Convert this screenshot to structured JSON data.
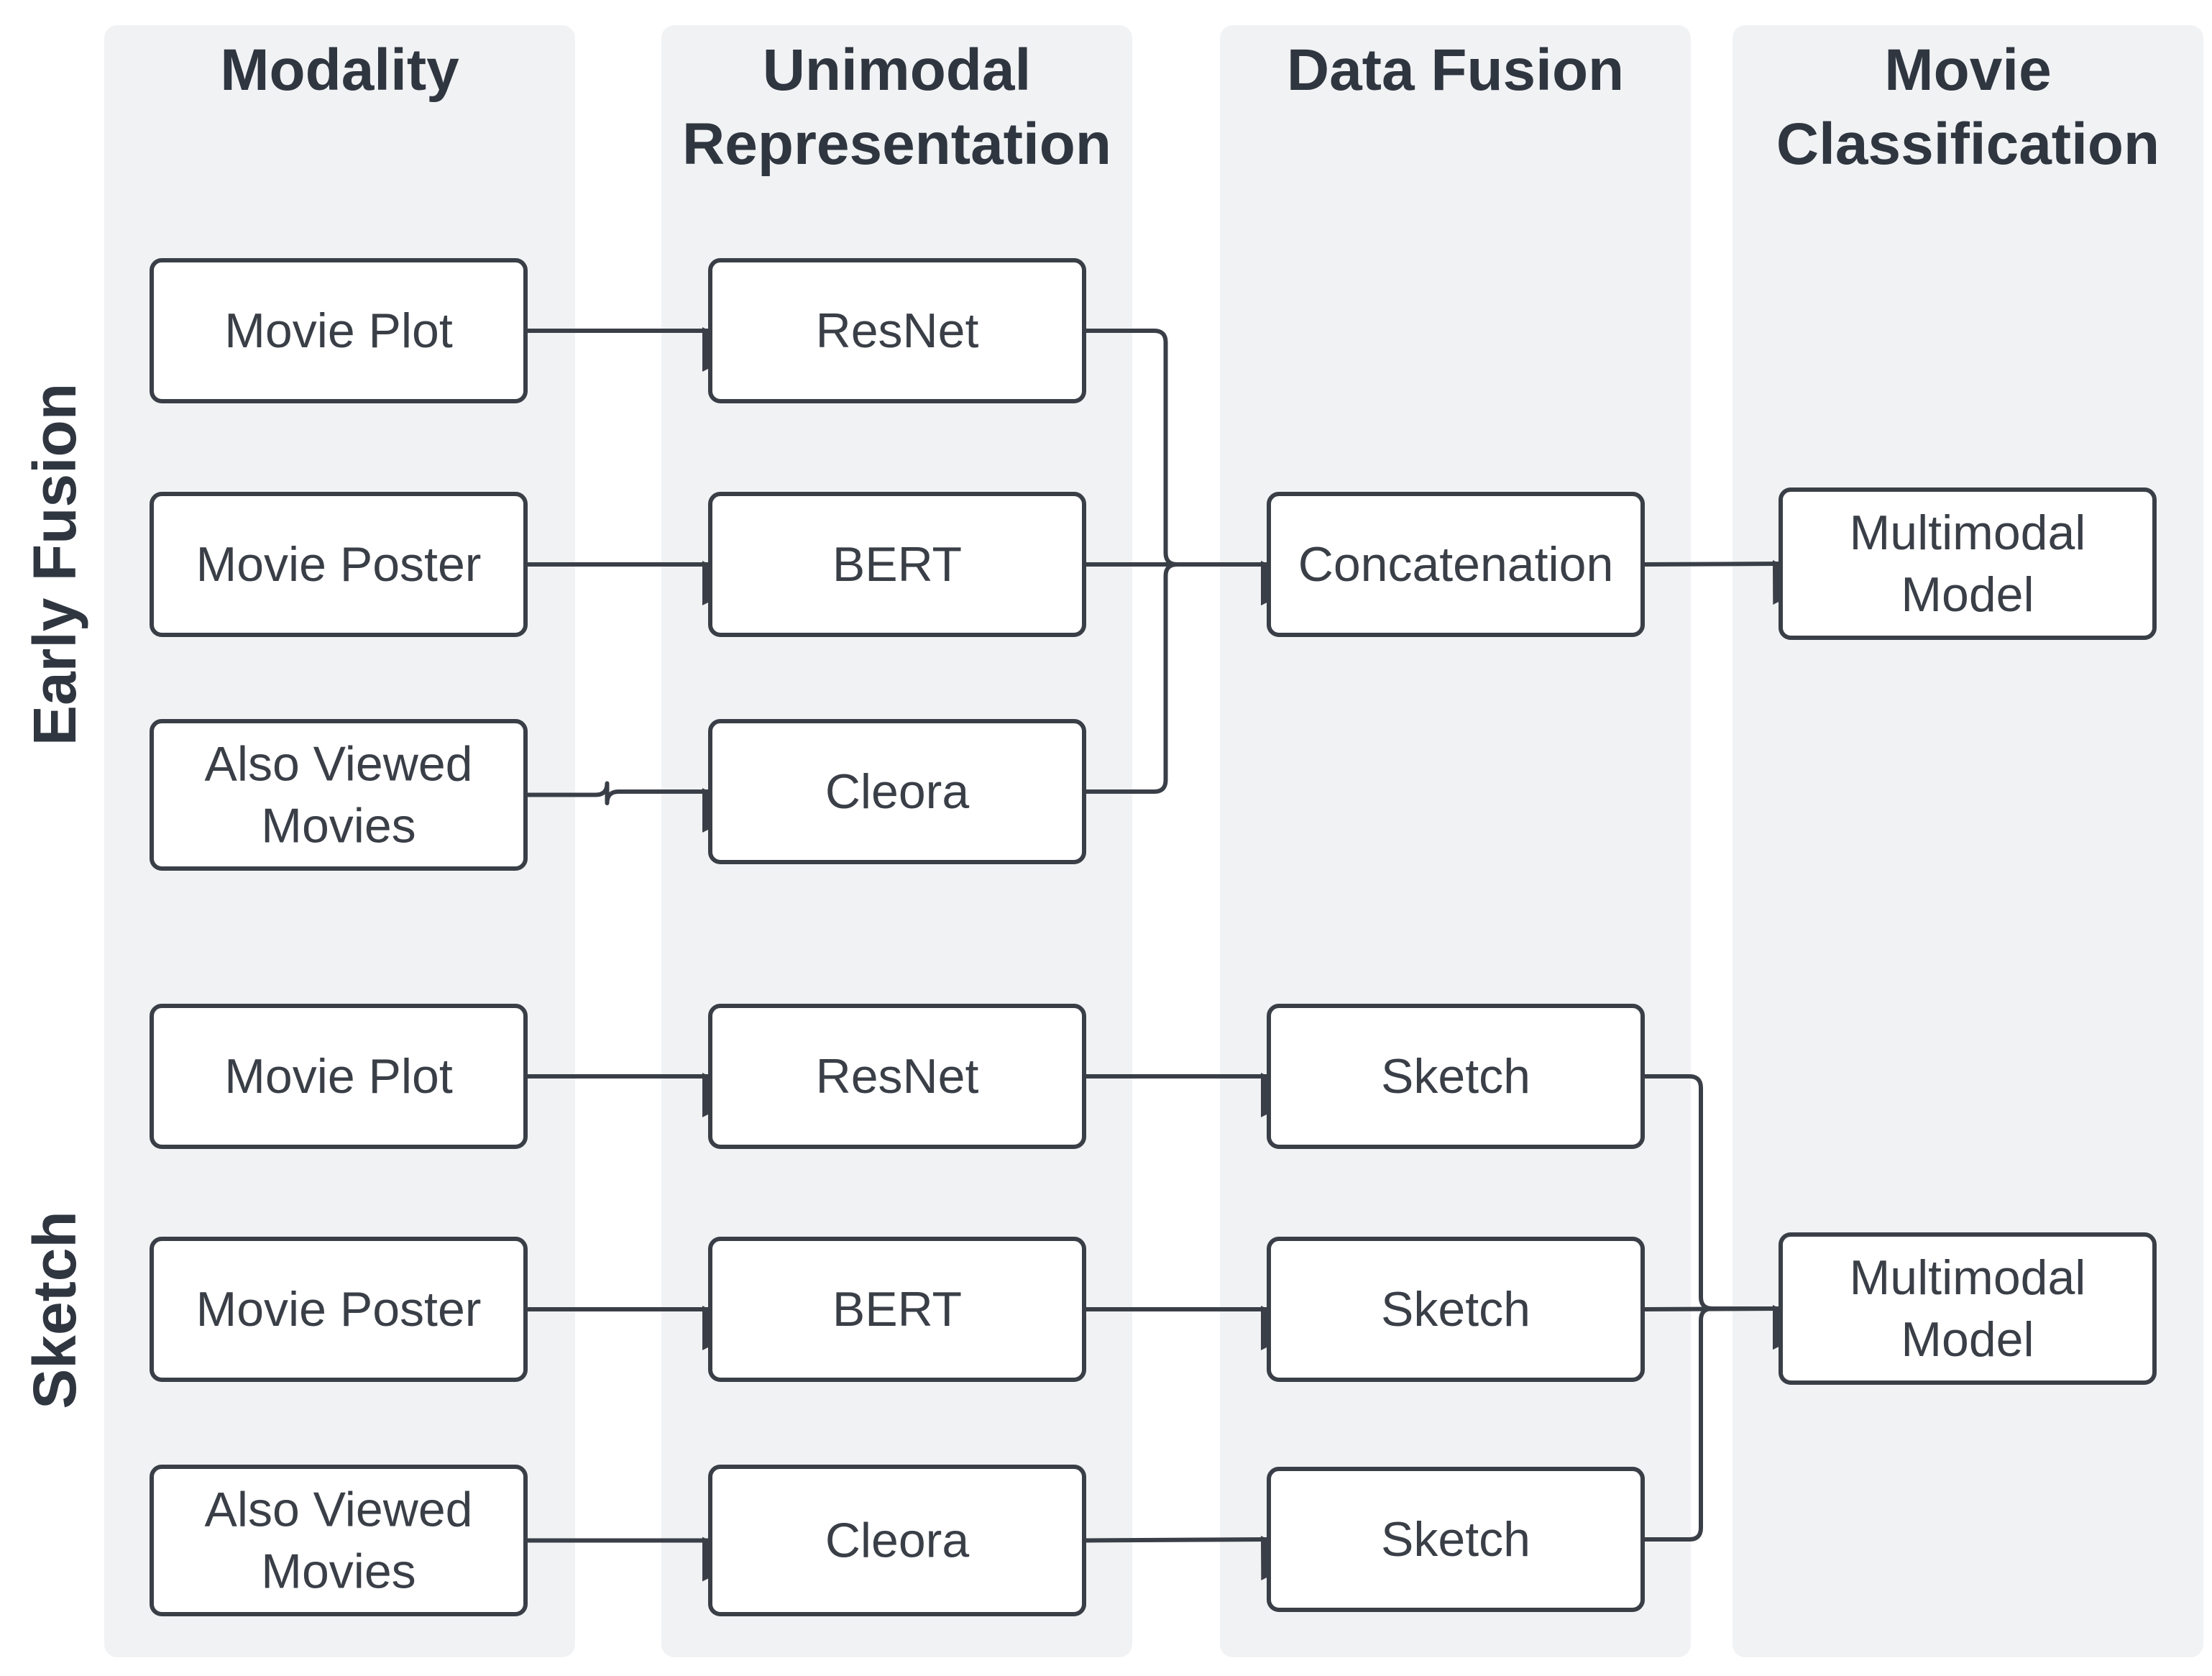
{
  "columns": [
    {
      "id": "modality",
      "lines": [
        "Modality"
      ]
    },
    {
      "id": "unimodal",
      "lines": [
        "Unimodal",
        "Representation"
      ]
    },
    {
      "id": "fusion",
      "lines": [
        "Data Fusion"
      ]
    },
    {
      "id": "classification",
      "lines": [
        "Movie",
        "Classification"
      ]
    }
  ],
  "rows": [
    {
      "id": "early",
      "label": "Early Fusion"
    },
    {
      "id": "sketch",
      "label": "Sketch"
    }
  ],
  "nodes": {
    "ef_plot": {
      "lines": [
        "Movie Plot"
      ]
    },
    "ef_poster": {
      "lines": [
        "Movie Poster"
      ]
    },
    "ef_also": {
      "lines": [
        "Also Viewed",
        "Movies"
      ]
    },
    "ef_resnet": {
      "lines": [
        "ResNet"
      ]
    },
    "ef_bert": {
      "lines": [
        "BERT"
      ]
    },
    "ef_cleora": {
      "lines": [
        "Cleora"
      ]
    },
    "ef_concat": {
      "lines": [
        "Concatenation"
      ]
    },
    "ef_multimodal": {
      "lines": [
        "Multimodal",
        "Model"
      ]
    },
    "sk_plot": {
      "lines": [
        "Movie Plot"
      ]
    },
    "sk_poster": {
      "lines": [
        "Movie Poster"
      ]
    },
    "sk_also": {
      "lines": [
        "Also Viewed",
        "Movies"
      ]
    },
    "sk_resnet": {
      "lines": [
        "ResNet"
      ]
    },
    "sk_bert": {
      "lines": [
        "BERT"
      ]
    },
    "sk_cleora": {
      "lines": [
        "Cleora"
      ]
    },
    "sk_sketch1": {
      "lines": [
        "Sketch"
      ]
    },
    "sk_sketch2": {
      "lines": [
        "Sketch"
      ]
    },
    "sk_sketch3": {
      "lines": [
        "Sketch"
      ]
    },
    "sk_multimodal": {
      "lines": [
        "Multimodal",
        "Model"
      ]
    }
  },
  "edges": [
    [
      "ef_plot",
      "ef_resnet"
    ],
    [
      "ef_poster",
      "ef_bert"
    ],
    [
      "ef_also",
      "ef_cleora"
    ],
    [
      "ef_resnet",
      "ef_concat"
    ],
    [
      "ef_bert",
      "ef_concat"
    ],
    [
      "ef_cleora",
      "ef_concat"
    ],
    [
      "ef_concat",
      "ef_multimodal"
    ],
    [
      "sk_plot",
      "sk_resnet"
    ],
    [
      "sk_poster",
      "sk_bert"
    ],
    [
      "sk_also",
      "sk_cleora"
    ],
    [
      "sk_resnet",
      "sk_sketch1"
    ],
    [
      "sk_bert",
      "sk_sketch2"
    ],
    [
      "sk_cleora",
      "sk_sketch3"
    ],
    [
      "sk_sketch1",
      "sk_multimodal"
    ],
    [
      "sk_sketch2",
      "sk_multimodal"
    ],
    [
      "sk_sketch3",
      "sk_multimodal"
    ]
  ],
  "colors": {
    "column_background": "#f1f2f4",
    "stroke": "#3a3f47",
    "text": "#3a3f47",
    "title_text": "#2f3640",
    "node_fill": "#ffffff"
  }
}
